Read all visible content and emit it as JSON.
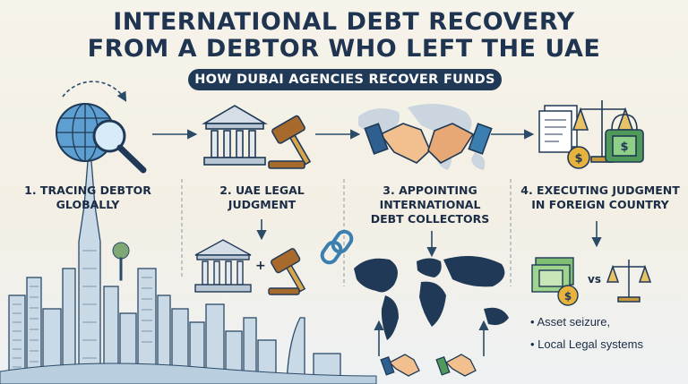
{
  "title": {
    "line1": "INTERNATIONAL DEBT RECOVERY",
    "line2": "FROM A DEBTOR WHO LEFT THE UAE"
  },
  "subtitle": "HOW DUBAI AGENCIES RECOVER FUNDS",
  "steps": [
    {
      "line1": "1. TRACING DEBTOR",
      "line2": "GLOBALLY",
      "line3": ""
    },
    {
      "line1": "2. UAE LEGAL",
      "line2": "JUDGMENT",
      "line3": ""
    },
    {
      "line1": "3. APPOINTING",
      "line2": "INTERNATIONAL",
      "line3": "DEBT COLLECTORS"
    },
    {
      "line1": "4. EXECUTING JUDGMENT",
      "line2": "IN FOREIGN COUNTRY",
      "line3": ""
    }
  ],
  "bullets": [
    "• Asset seizure,",
    "• Local Legal systems"
  ],
  "comparison": {
    "vs_label": "vs",
    "currency_symbol": "$"
  },
  "plus_sign": "+",
  "colors": {
    "navy": "#1f3956",
    "accent": "#3b7fb0",
    "gold": "#c99a3b",
    "green": "#4f9a5a"
  }
}
